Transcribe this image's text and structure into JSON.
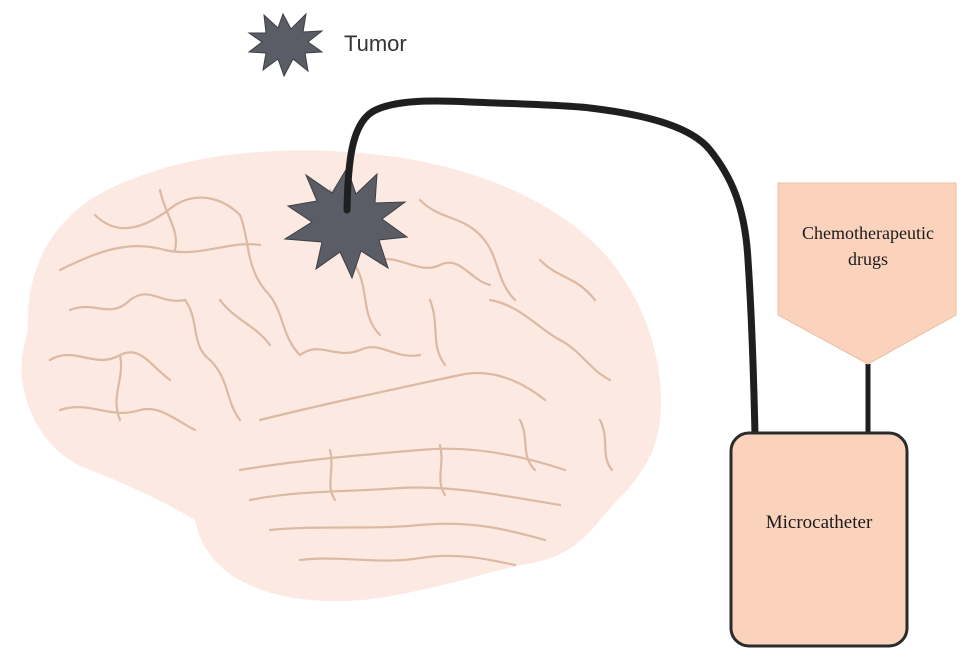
{
  "legend": {
    "label": "Tumor",
    "icon": "tumor-star-icon"
  },
  "drug_reservoir": {
    "line1": "Chemotherapeutic",
    "line2": "drugs"
  },
  "device": {
    "label": "Microcatheter"
  },
  "colors": {
    "tumor": "#5a5d65",
    "brain_fill": "#fbe9e2",
    "gyri_lines": "#dcb9a3",
    "box_fill": "#fbd3bd",
    "catheter": "#1f1f1f"
  }
}
